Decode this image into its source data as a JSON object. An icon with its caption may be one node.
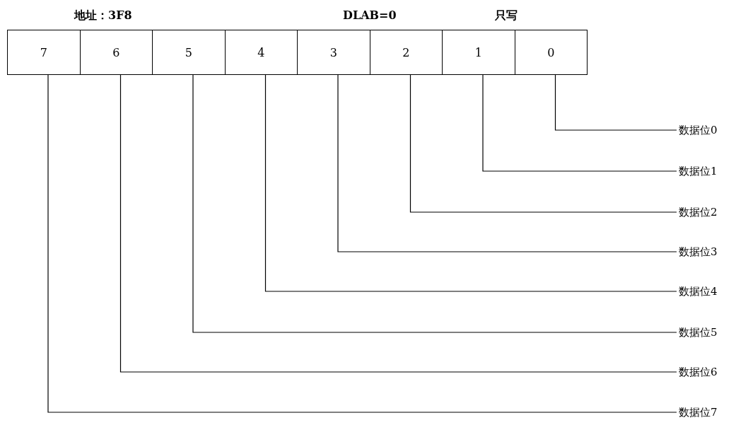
{
  "diagram": {
    "nodes": [
      {
        "text": [
          "7"
        ]
      },
      {
        "text": [
          "6"
        ]
      },
      {
        "text": [
          "5"
        ]
      },
      {
        "text": [
          "4"
        ]
      },
      {
        "text": [
          "3"
        ]
      },
      {
        "text": [
          "2"
        ]
      },
      {
        "text": [
          "1"
        ]
      },
      {
        "text": [
          "0"
        ]
      },
      {
        "text": [
          "数据位0"
        ]
      },
      {
        "text": [
          "数据位1"
        ]
      },
      {
        "text": [
          "数据位2"
        ]
      },
      {
        "text": [
          "数据位3"
        ]
      },
      {
        "text": [
          "数据位4"
        ]
      },
      {
        "text": [
          "数据位5"
        ]
      },
      {
        "text": [
          "数据位6"
        ]
      },
      {
        "text": [
          "数据位7"
        ]
      }
    ],
    "edges": [
      {
        "from": 7,
        "to": 8,
        "arrow": "none"
      },
      {
        "from": 6,
        "to": 9,
        "arrow": "none"
      },
      {
        "from": 5,
        "to": 10,
        "arrow": "none"
      },
      {
        "from": 4,
        "to": 11,
        "arrow": "none"
      },
      {
        "from": 3,
        "to": 12,
        "arrow": "none"
      },
      {
        "from": 2,
        "to": 13,
        "arrow": "none"
      },
      {
        "from": 1,
        "to": 14,
        "arrow": "none"
      },
      {
        "from": 0,
        "to": 15,
        "arrow": "none"
      }
    ],
    "labels": [
      "地址：3F8",
      "DLAB=0",
      "只写"
    ]
  }
}
